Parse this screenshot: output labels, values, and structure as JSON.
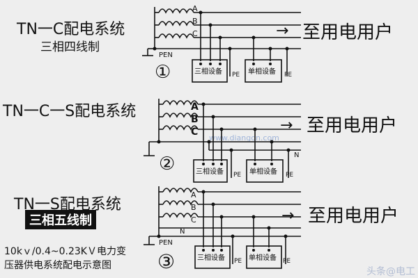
{
  "systems": [
    {
      "title": "TN一C配电系统",
      "subtitle": "三相四线制",
      "number": "①",
      "destination": "至用电用户",
      "arrow": "→",
      "phases": [
        "A",
        "B",
        "C"
      ],
      "neutral_label": "PEN",
      "three_phase_equipment": "三相设备",
      "single_phase_equipment": "单相设备",
      "pe_labels": [
        "PE",
        "PE"
      ]
    },
    {
      "title": "TN一C一S配电系统",
      "number": "②",
      "destination": "至用电用户",
      "arrow": "→",
      "phases": [
        "A",
        "B",
        "C"
      ],
      "neutral_label": "N",
      "three_phase_equipment": "三相设备",
      "single_phase_equipment": "单相设备",
      "pe_labels": [
        "PE",
        "PE"
      ]
    },
    {
      "title": "TN一S配电系统",
      "subtitle": "三相五线制",
      "number": "③",
      "destination": "至用电用户",
      "arrow": "→",
      "phases": [
        "A",
        "B",
        "C"
      ],
      "neutral_label": "N",
      "pen_label": "PEN",
      "three_phase_equipment": "三相设备",
      "single_phase_equipment": "单相设备",
      "pe_labels": [
        "PE",
        "PE"
      ]
    }
  ],
  "caption_line1": "10kｖ/0.4~0.23KＶ电力变",
  "caption_line2": "压器供电系统配电示意图",
  "watermark": "www.diangon.com",
  "corner_watermark": "头条@电工"
}
